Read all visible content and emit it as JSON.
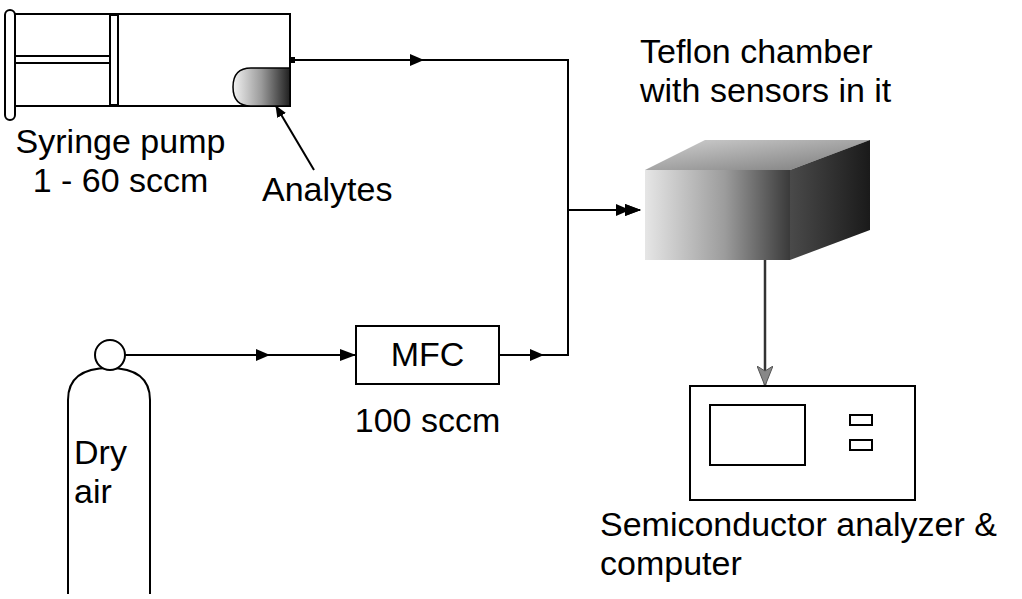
{
  "diagram": {
    "nodes": [
      {
        "text": [
          "Syringe pump 1 - 60 sccm"
        ]
      },
      {
        "text": [
          "Teflon chamber with sensors in it"
        ]
      },
      {
        "text": [
          "Dry air"
        ]
      },
      {
        "text": [
          "MFC",
          "100 sccm"
        ]
      },
      {
        "text": [
          "Semiconductor analyzer & computer"
        ]
      }
    ],
    "edges": [
      {
        "from": 0,
        "to": 1,
        "arrow": "to"
      },
      {
        "from": 2,
        "to": 3,
        "arrow": "to"
      },
      {
        "from": 3,
        "to": 1,
        "arrow": "to"
      },
      {
        "from": 1,
        "to": 4,
        "arrow": "to"
      }
    ],
    "labels": [
      "Analytes"
    ]
  }
}
